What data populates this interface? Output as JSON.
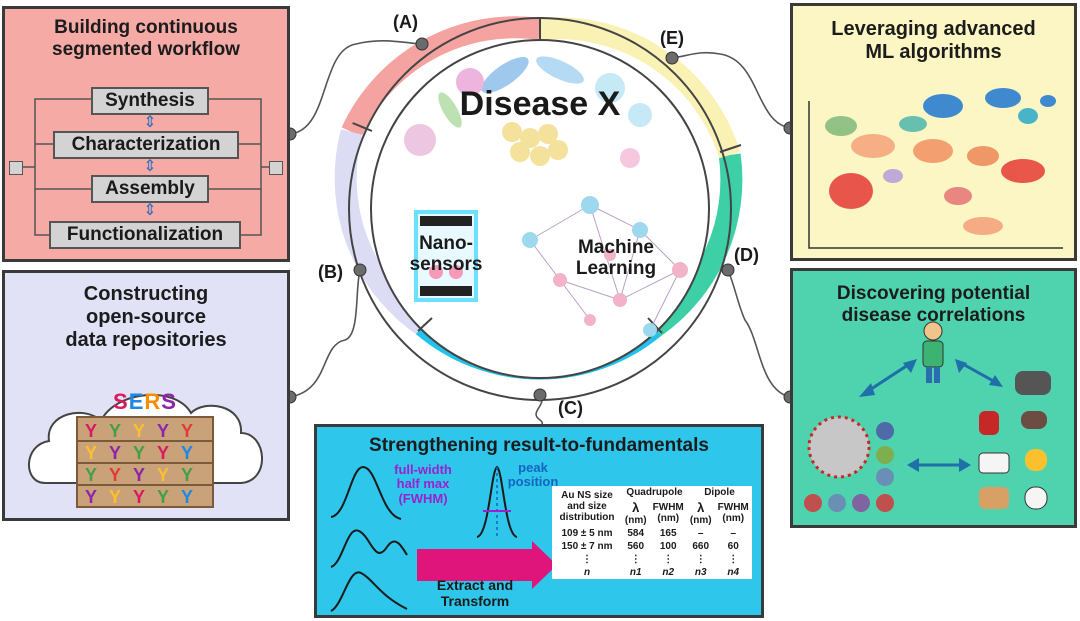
{
  "labels": {
    "a": "(A)",
    "b": "(B)",
    "c": "(C)",
    "d": "(D)",
    "e": "(E)"
  },
  "center": {
    "title": "Disease X",
    "nanosensors": "Nano-\nsensors",
    "machine_learning": "Machine\nLearning"
  },
  "panel_a": {
    "title": "Building continuous\nsegmented workflow",
    "steps": [
      "Synthesis",
      "Characterization",
      "Assembly",
      "Functionalization"
    ]
  },
  "panel_b": {
    "title": "Constructing\nopen-source\ndata repositories",
    "sers": [
      "S",
      "E",
      "R",
      "S"
    ],
    "colors": {
      "s1": "#d81b60",
      "e": "#1e88e5",
      "r": "#fb8c00",
      "s2": "#8e24aa"
    }
  },
  "panel_c": {
    "title": "Strengthening result-to-fundamentals",
    "fwhm": "full-width\nhalf max\n(FWHM)",
    "peak": "peak\nposition",
    "arrow": "Extract and\nTransform",
    "table": {
      "col1": "Au NS size and size distribution",
      "quadrupole": "Quadrupole",
      "dipole": "Dipole",
      "lambda": "λ",
      "fwhm": "FWHM",
      "nm": "(nm)",
      "rows": [
        [
          "109 ± 5 nm",
          "584",
          "165",
          "–",
          "–"
        ],
        [
          "150 ± 7 nm",
          "560",
          "100",
          "660",
          "60"
        ],
        [
          "⋮",
          "⋮",
          "⋮",
          "⋮",
          "⋮"
        ],
        [
          "n",
          "n1",
          "n2",
          "n3",
          "n4"
        ]
      ]
    }
  },
  "panel_d": {
    "title": "Discovering potential\ndisease correlations"
  },
  "panel_e": {
    "title": "Leveraging advanced\nML algorithms"
  },
  "colors": {
    "ring_a": "#f4a3a0",
    "ring_b": "#dcdcf5",
    "ring_c": "#22c3ea",
    "ring_d": "#3dd0a6",
    "ring_e": "#faf1b4",
    "arrow_blue": "#2f6fbf",
    "fwhm_purple": "#9c1fd0",
    "peak_blue": "#1565c0"
  }
}
